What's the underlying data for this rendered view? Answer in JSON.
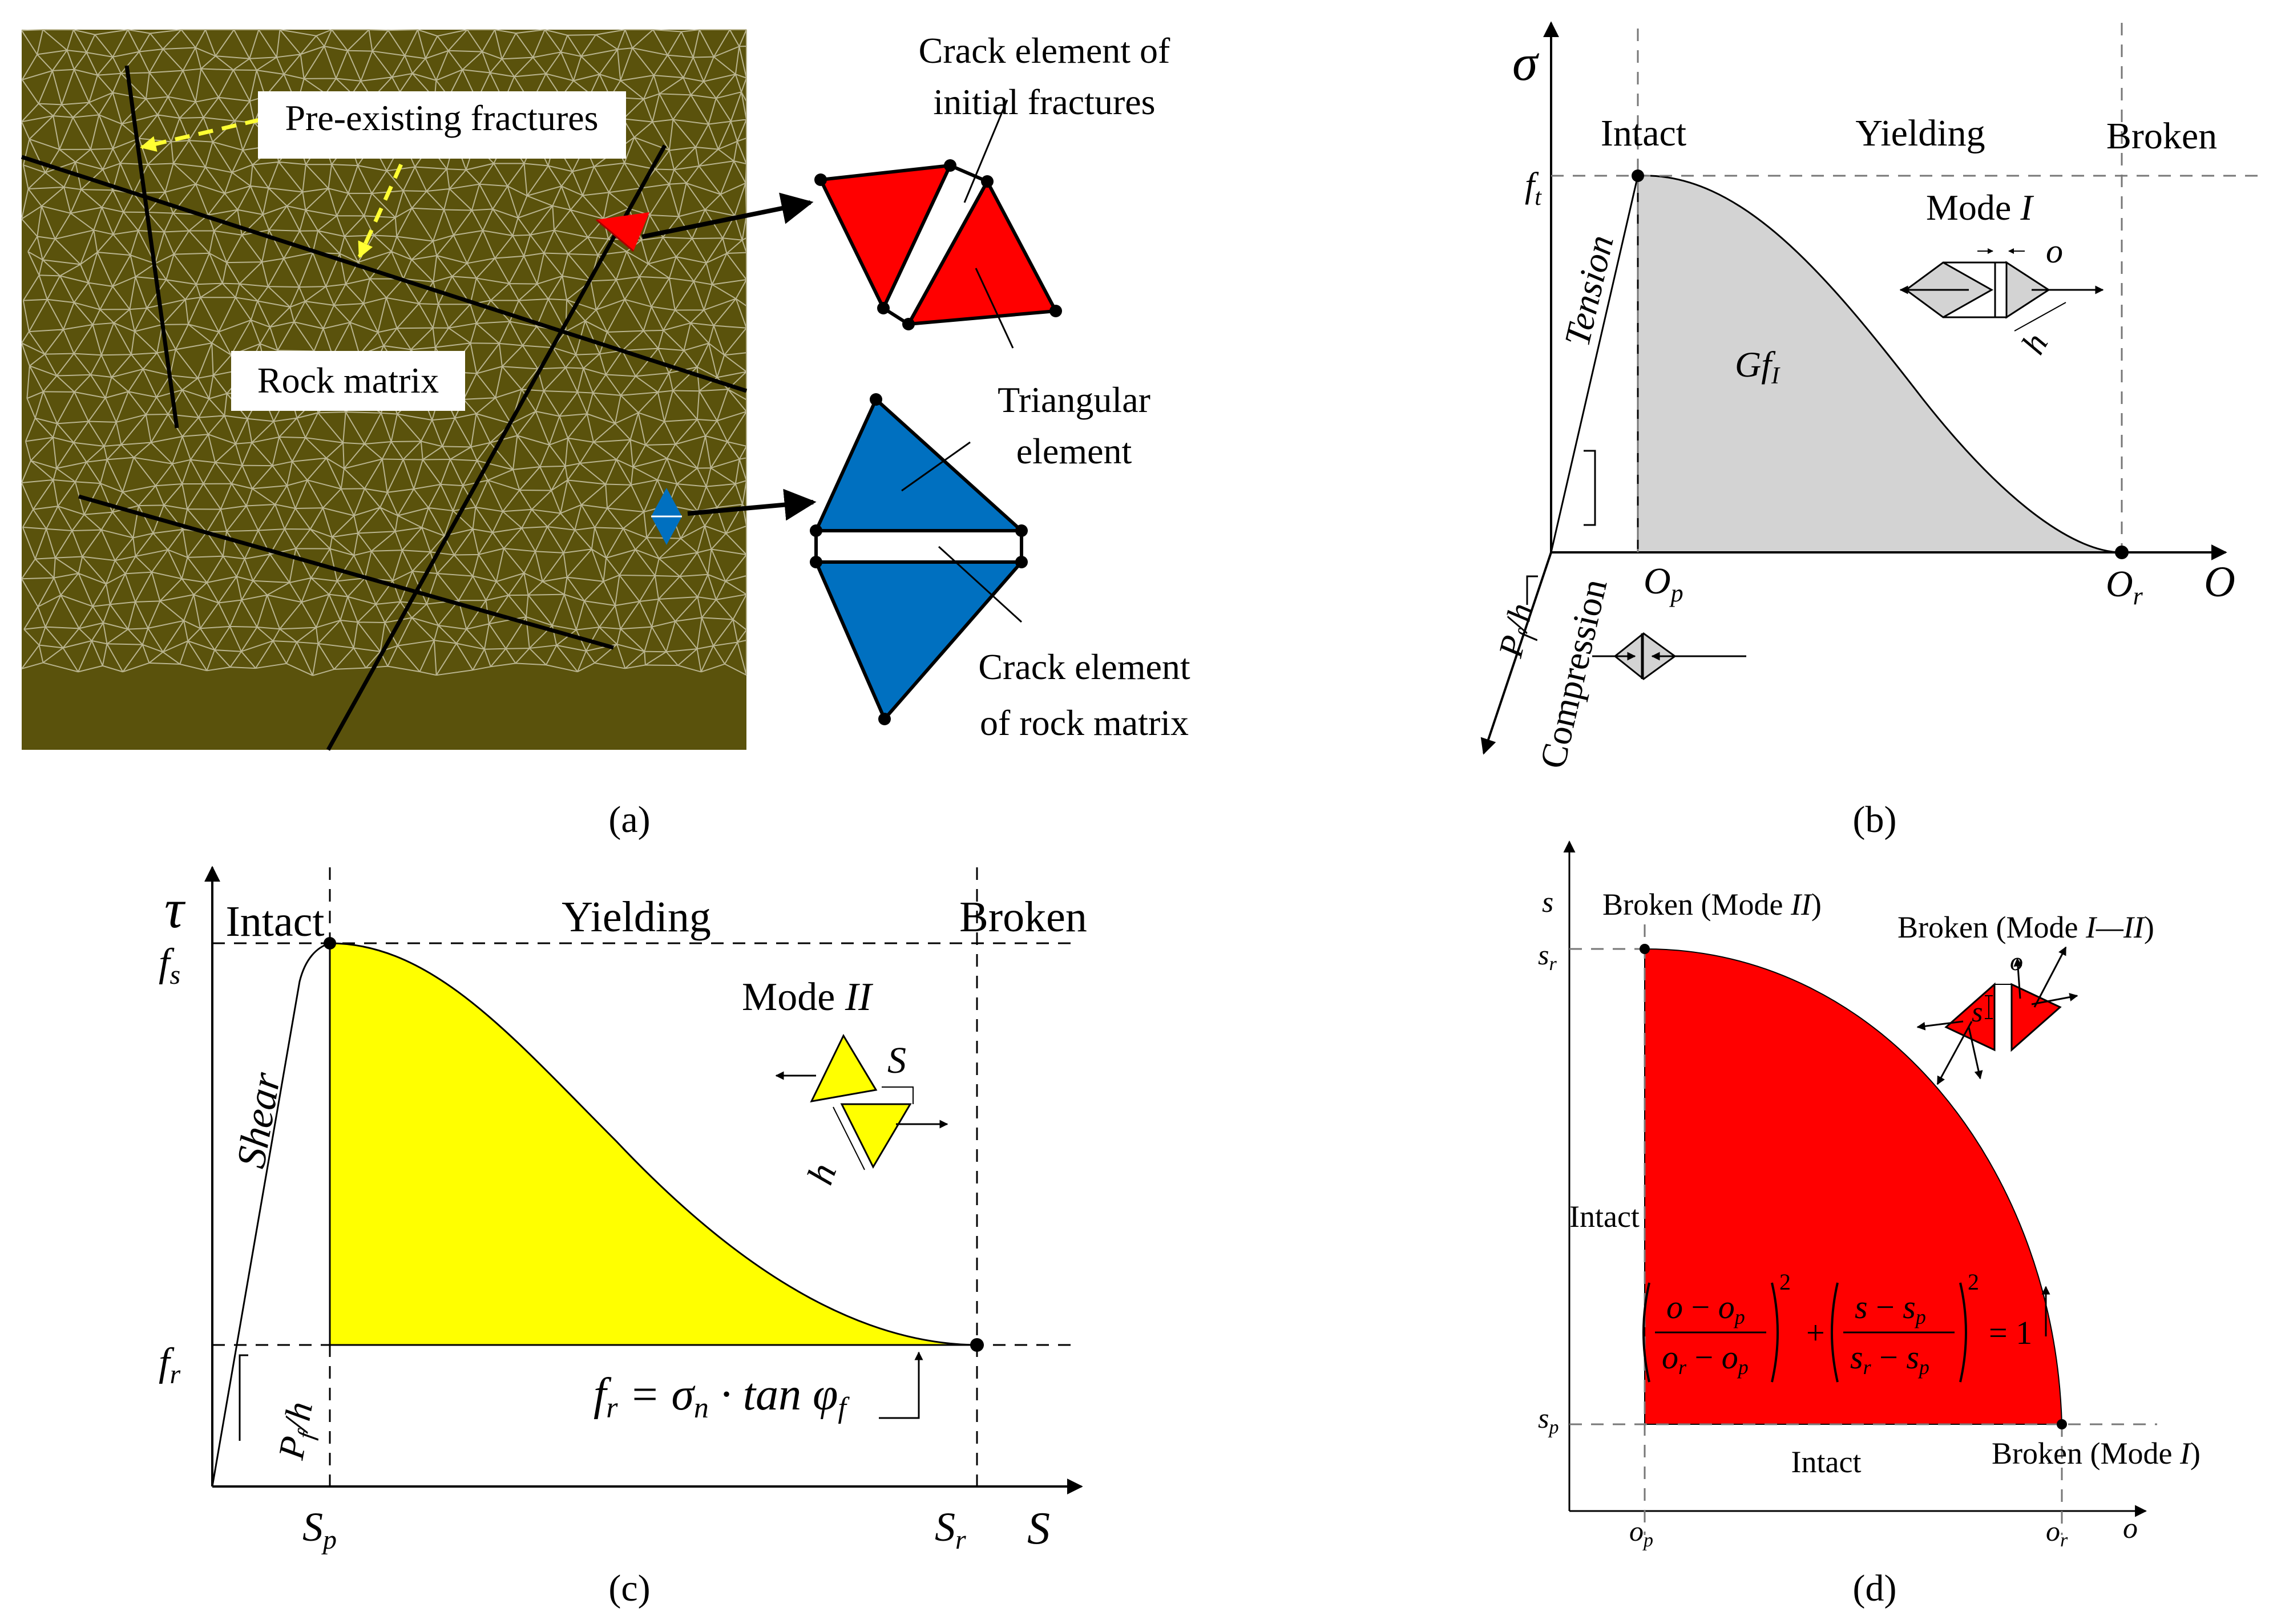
{
  "colors": {
    "rock_matrix": "#5a520c",
    "mesh_lines": "#b9b48f",
    "pre_existing_pointer": "#ffff33",
    "crack_red": "#ff0000",
    "crack_blue": "#0070c0",
    "area_gray": "#d3d3d3",
    "area_yellow": "#ffff00",
    "area_red": "#ff0000"
  },
  "panel_a": {
    "caption": "(a)",
    "labels": {
      "pre_existing": "Pre-existing fractures",
      "rock_matrix": "Rock matrix",
      "crack_initial_line1": "Crack element of",
      "crack_initial_line2": "initial fractures",
      "triangular_line1": "Triangular",
      "triangular_line2": "element",
      "crack_rock_line1": "Crack element",
      "crack_rock_line2": "of rock matrix"
    }
  },
  "panel_b": {
    "caption": "(b)",
    "axis_y": "σ",
    "axis_x": "O",
    "zones": [
      "Intact",
      "Yielding",
      "Broken"
    ],
    "peak": "f",
    "peak_sub": "t",
    "tension": "Tension",
    "compression": "Compression",
    "slope": "P",
    "slope_sub": "f",
    "slope_tail": "/h",
    "area": "Gf",
    "area_sub": "I",
    "mode": "Mode ",
    "mode_num": "I",
    "mode_o": "o",
    "mode_h": "h",
    "op": "O",
    "op_sub": "p",
    "or": "O",
    "or_sub": "r"
  },
  "panel_c": {
    "caption": "(c)",
    "axis_y": "τ",
    "axis_x": "S",
    "zones": [
      "Intact",
      "Yielding",
      "Broken"
    ],
    "peak": "f",
    "peak_sub": "s",
    "residual": "f",
    "residual_sub": "r",
    "shear": "Shear",
    "slope": "P",
    "slope_sub": "f",
    "slope_tail": "/h",
    "mode": "Mode ",
    "mode_num": "II",
    "mode_s": "S",
    "mode_h": "h",
    "sp": "S",
    "sp_sub": "p",
    "sr": "S",
    "sr_sub": "r",
    "eq_lhs": "f",
    "eq_lhs_sub": "r",
    "eq_mid": " = σ",
    "eq_mid_sub": "n",
    "eq_dot": " · tan φ",
    "eq_end_sub": "f"
  },
  "panel_d": {
    "caption": "(d)",
    "axis_y": "s",
    "axis_x": "o",
    "sr": "s",
    "sr_sub": "r",
    "sp": "s",
    "sp_sub": "p",
    "op": "o",
    "op_sub": "p",
    "or": "o",
    "or_sub": "r",
    "broken_mode_ii_pre": "Broken (Mode ",
    "broken_mode_ii_num": "II",
    "broken_mode_ii_post": ")",
    "broken_mixed_pre": "Broken (Mode ",
    "broken_mixed_num": "I—II",
    "broken_mixed_post": ")",
    "broken_mode_i_pre": "Broken (Mode ",
    "broken_mode_i_num": "I",
    "broken_mode_i_post": ")",
    "intact_left": "Intact",
    "intact_bottom": "Intact",
    "mixed_o": "o",
    "mixed_s": "s",
    "eq_o": "o",
    "eq_minus": " − ",
    "eq_op": "o",
    "eq_op_sub": "p",
    "eq_or": "o",
    "eq_or_sub": "r",
    "eq_s": "s",
    "eq_sp": "s",
    "eq_sp_sub": "p",
    "eq_sr": "s",
    "eq_sr_sub": "r",
    "eq_sq": "2",
    "eq_plus": "+",
    "eq_equals": "= 1"
  }
}
